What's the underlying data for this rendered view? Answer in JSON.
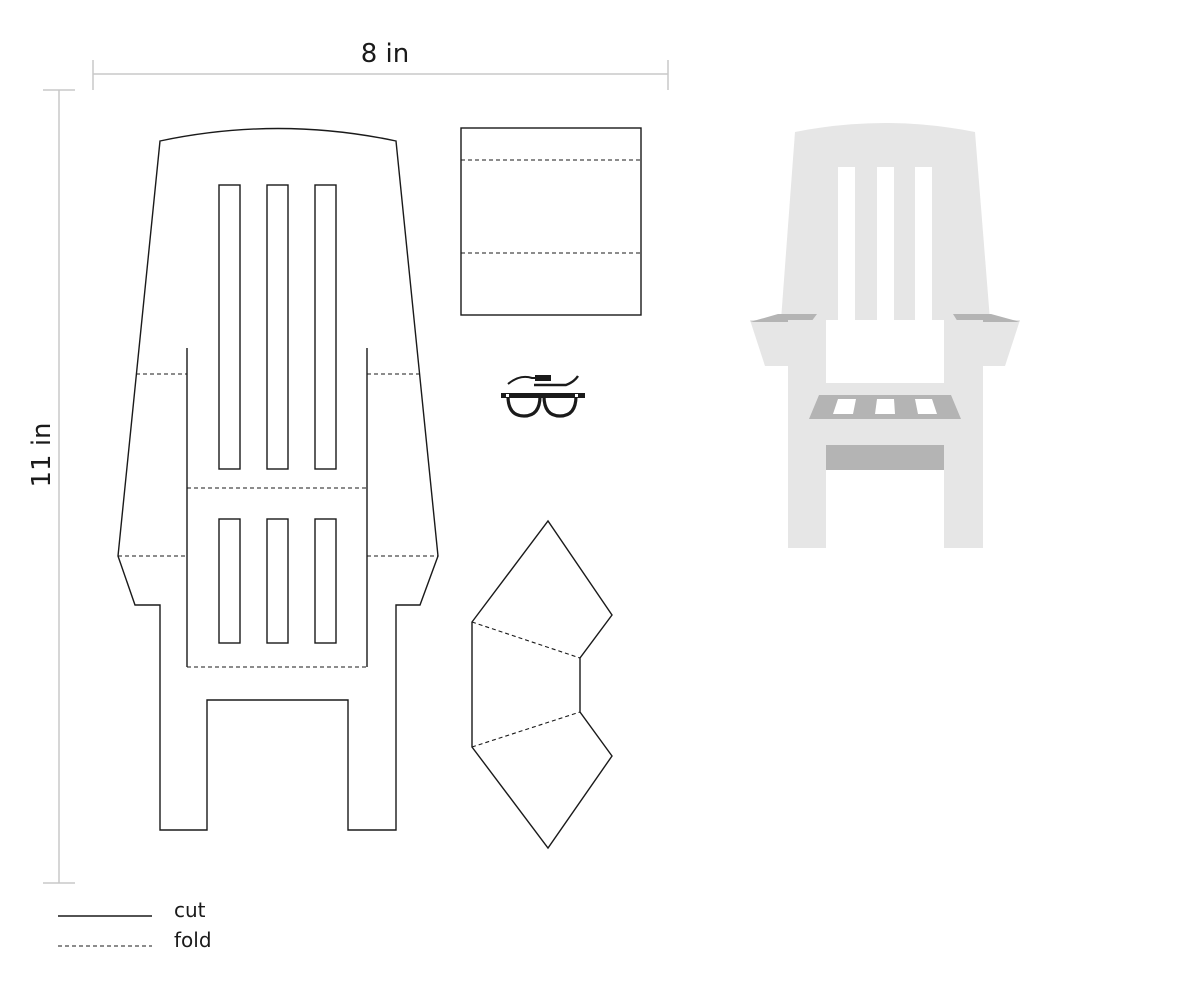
{
  "dimensions": {
    "width_label": "8 in",
    "height_label": "11 in"
  },
  "legend": {
    "cut_label": "cut",
    "fold_label": "fold"
  },
  "colors": {
    "line": "#1a1a1a",
    "dimension": "#c8c8c8",
    "preview_light": "#e6e6e6",
    "preview_shadow": "#b4b4b4",
    "background": "#ffffff"
  }
}
